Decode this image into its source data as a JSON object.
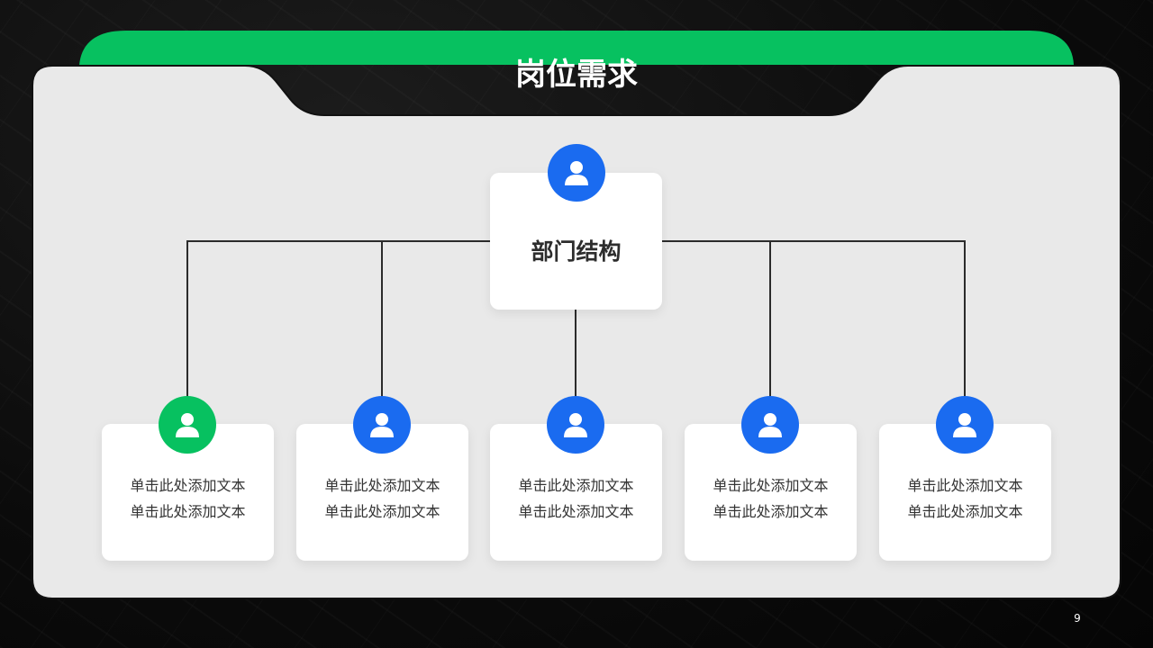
{
  "slide": {
    "title": "岗位需求",
    "page_number": "9"
  },
  "colors": {
    "accent_green": "#07c160",
    "accent_blue": "#1a6bf0",
    "panel_gray": "#e9e9e9",
    "line": "#2b2b2b"
  },
  "org_chart": {
    "root": {
      "label": "部门结构",
      "icon": "user-icon",
      "icon_color": "blue"
    },
    "children": [
      {
        "text": "单击此处添加文本单击此处添加文本",
        "icon": "user-icon",
        "icon_color": "green"
      },
      {
        "text": "单击此处添加文本单击此处添加文本",
        "icon": "user-icon",
        "icon_color": "blue"
      },
      {
        "text": "单击此处添加文本单击此处添加文本",
        "icon": "user-icon",
        "icon_color": "blue"
      },
      {
        "text": "单击此处添加文本单击此处添加文本",
        "icon": "user-icon",
        "icon_color": "blue"
      },
      {
        "text": "单击此处添加文本单击此处添加文本",
        "icon": "user-icon",
        "icon_color": "blue"
      }
    ]
  }
}
